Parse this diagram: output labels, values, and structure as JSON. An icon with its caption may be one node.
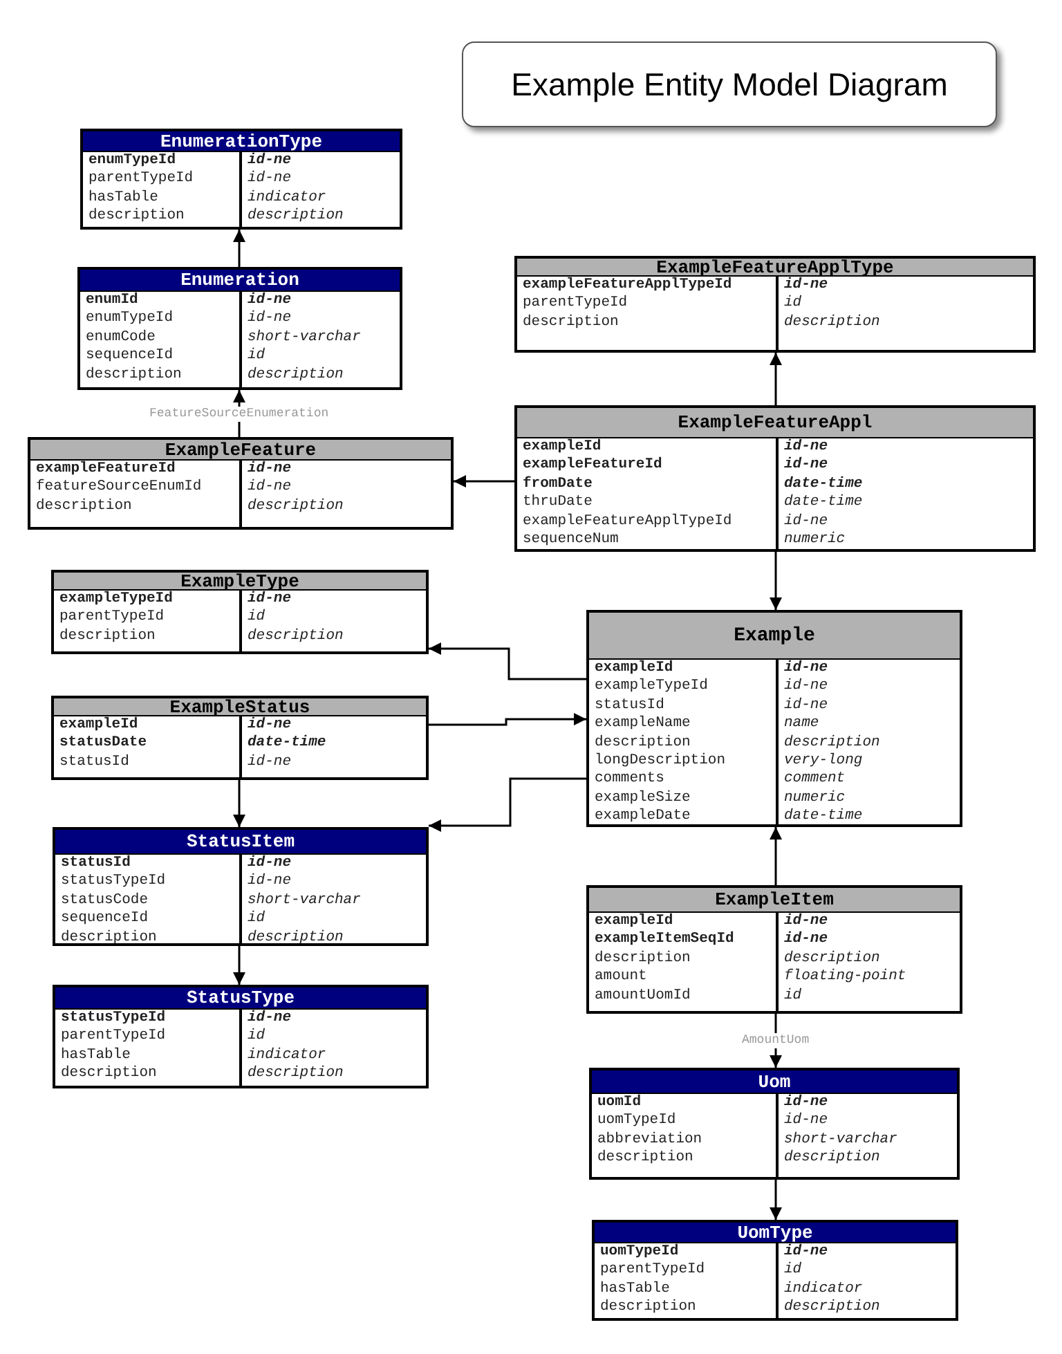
{
  "diagram": {
    "title": "Example Entity Model Diagram",
    "nodes": [
      {
        "text": [
          "EnumerationType",
          "**enumTypeId**",
          "**id-ne**",
          "parentTypeId",
          "id-ne",
          "hasTable",
          "indicator",
          "description",
          "description"
        ]
      },
      {
        "text": [
          "Enumeration",
          "**enumId**",
          "**id-ne**",
          "enumTypeId",
          "id-ne",
          "enumCode",
          "short-varchar",
          "sequenceId",
          "id",
          "description",
          "description"
        ]
      },
      {
        "text": [
          "ExampleFeature",
          "**exampleFeatureId**",
          "**id-ne**",
          "featureSourceEnumId",
          "id-ne",
          "description",
          "description"
        ]
      },
      {
        "text": [
          "ExampleFeatureApplType",
          "**exampleFeatureApplTypeId**",
          "**id-ne**",
          "parentTypeId",
          "id",
          "description",
          "description"
        ]
      },
      {
        "text": [
          "ExampleFeatureAppl",
          "**exampleId**",
          "**id-ne**",
          "**exampleFeatureId**",
          "**id-ne**",
          "**fromDate**",
          "**date-time**",
          "thruDate",
          "date-time",
          "exampleFeatureApplTypeId",
          "id-ne",
          "sequenceNum",
          "numeric"
        ]
      },
      {
        "text": [
          "ExampleType",
          "**exampleTypeId**",
          "**id-ne**",
          "parentTypeId",
          "id",
          "description",
          "description"
        ]
      },
      {
        "text": [
          "ExampleStatus",
          "**exampleId**",
          "**id-ne**",
          "**statusDate**",
          "**date-time**",
          "statusId",
          "id-ne"
        ]
      },
      {
        "text": [
          "Example",
          "**exampleId**",
          "**id-ne**",
          "exampleTypeId",
          "id-ne",
          "statusId",
          "id-ne",
          "exampleName",
          "name",
          "description",
          "description",
          "longDescription",
          "very-long",
          "comments",
          "comment",
          "exampleSize",
          "numeric",
          "exampleDate",
          "date-time"
        ]
      },
      {
        "text": [
          "StatusItem",
          "**statusId**",
          "**id-ne**",
          "statusTypeId",
          "id-ne",
          "statusCode",
          "short-varchar",
          "sequenceId",
          "id",
          "description",
          "description"
        ]
      },
      {
        "text": [
          "ExampleItem",
          "**exampleId**",
          "**id-ne**",
          "**exampleItemSeqId**",
          "**id-ne**",
          "description",
          "description",
          "amount",
          "floating-point",
          "amountUomId",
          "id"
        ]
      },
      {
        "text": [
          "StatusType",
          "**statusTypeId**",
          "**id-ne**",
          "parentTypeId",
          "id",
          "hasTable",
          "indicator",
          "description",
          "description"
        ]
      },
      {
        "text": [
          "Uom",
          "**uomId**",
          "**id-ne**",
          "uomTypeId",
          "id-ne",
          "abbreviation",
          "short-varchar",
          "description",
          "description"
        ]
      },
      {
        "text": [
          "UomType",
          "**uomTypeId**",
          "**id-ne**",
          "parentTypeId",
          "id",
          "hasTable",
          "indicator",
          "description",
          "description"
        ]
      }
    ],
    "edges": [
      {
        "from": 1,
        "to": 0,
        "arrow": "to"
      },
      {
        "from": 2,
        "to": 1,
        "arrow": "to",
        "label": "FeatureSourceEnumeration"
      },
      {
        "from": 4,
        "to": 3,
        "arrow": "to"
      },
      {
        "from": 4,
        "to": 2,
        "arrow": "to"
      },
      {
        "from": 4,
        "to": 7,
        "arrow": "to"
      },
      {
        "from": 7,
        "to": 5,
        "arrow": "to"
      },
      {
        "from": 6,
        "to": 7,
        "arrow": "to"
      },
      {
        "from": 6,
        "to": 8,
        "arrow": "to"
      },
      {
        "from": 7,
        "to": 8,
        "arrow": "to"
      },
      {
        "from": 9,
        "to": 7,
        "arrow": "to"
      },
      {
        "from": 8,
        "to": 10,
        "arrow": "to"
      },
      {
        "from": 9,
        "to": 11,
        "arrow": "to",
        "label": "AmountUom"
      },
      {
        "from": 11,
        "to": 12,
        "arrow": "to"
      }
    ]
  }
}
